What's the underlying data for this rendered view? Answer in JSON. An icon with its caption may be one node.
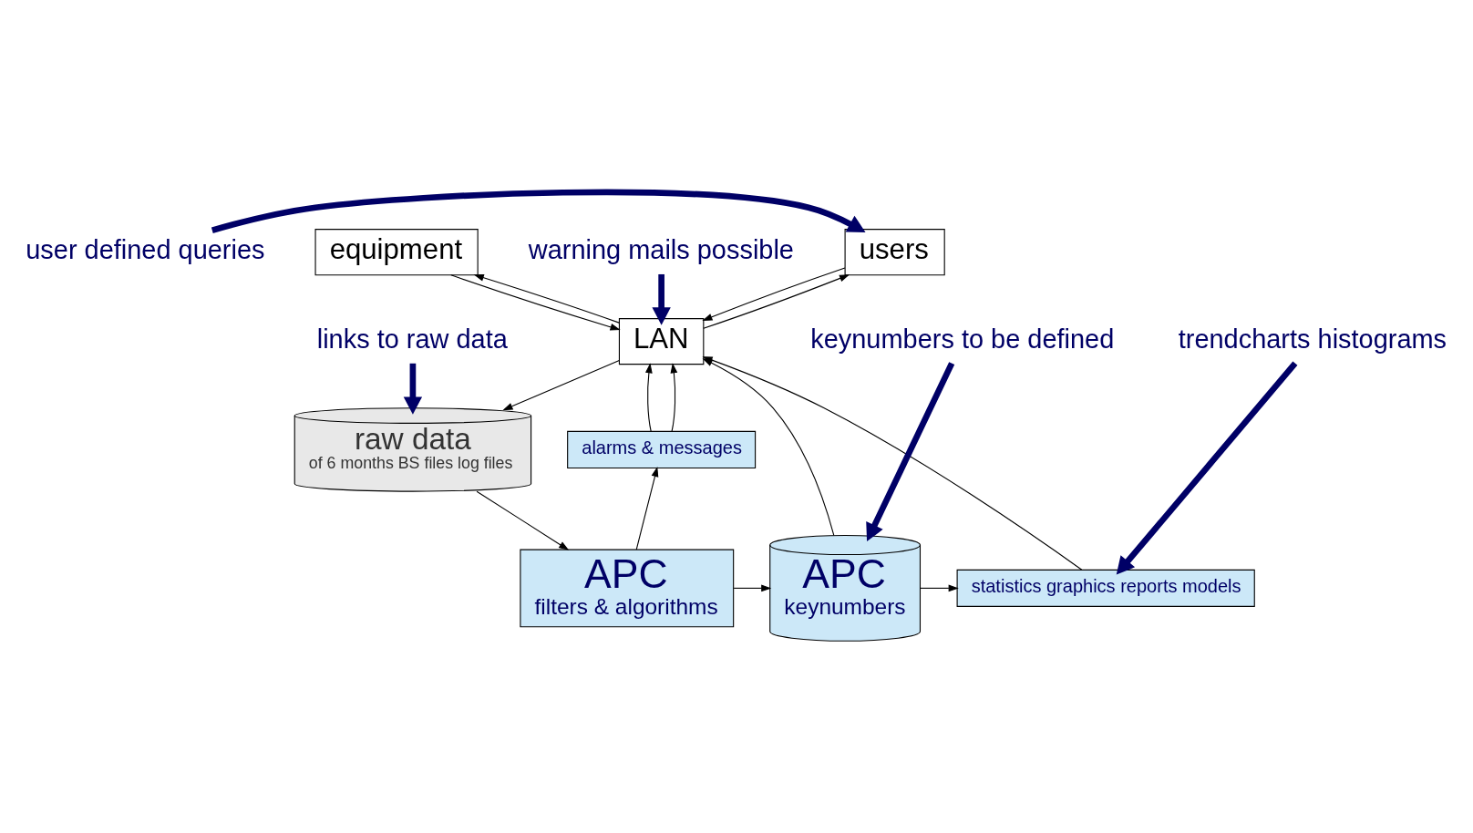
{
  "diagram": {
    "nodes": [
      {
        "text": [
          "equipment"
        ]
      },
      {
        "text": [
          "users"
        ]
      },
      {
        "text": [
          "LAN"
        ]
      },
      {
        "text": [
          "raw data",
          "of 6 months BS files log files"
        ]
      },
      {
        "text": [
          "alarms & messages"
        ]
      },
      {
        "text": [
          "APC",
          "filters & algorithms"
        ]
      },
      {
        "text": [
          "APC",
          "keynumbers"
        ]
      },
      {
        "text": [
          "statistics graphics reports models"
        ]
      },
      {
        "text": [
          "warning mails possible"
        ]
      },
      {
        "text": [
          "user defined queries"
        ]
      },
      {
        "text": [
          "links to raw data"
        ]
      },
      {
        "text": [
          "keynumbers to be defined"
        ]
      },
      {
        "text": [
          "trendcharts histograms"
        ]
      }
    ],
    "edges": [
      {
        "from": 0,
        "to": 2,
        "arrow": "to"
      },
      {
        "from": 2,
        "to": 0,
        "arrow": "to"
      },
      {
        "from": 2,
        "to": 3,
        "arrow": "to"
      },
      {
        "from": 4,
        "to": 2,
        "arrow": "to"
      },
      {
        "from": 4,
        "to": 2,
        "arrow": "to"
      },
      {
        "from": 5,
        "to": 4,
        "arrow": "to"
      },
      {
        "from": 6,
        "to": 2,
        "arrow": "to"
      },
      {
        "from": 2,
        "to": 1,
        "arrow": "to"
      },
      {
        "from": 1,
        "to": 2,
        "arrow": "to"
      },
      {
        "from": 7,
        "to": 2,
        "arrow": "to"
      },
      {
        "from": 3,
        "to": 5,
        "arrow": "to"
      },
      {
        "from": 5,
        "to": 6,
        "arrow": "to"
      },
      {
        "from": 6,
        "to": 7,
        "arrow": "to"
      },
      {
        "from": 8,
        "to": 2,
        "arrow": "to",
        "style": "thick",
        "color": "#000066"
      },
      {
        "from": 9,
        "to": 1,
        "arrow": "to",
        "style": "thick",
        "color": "#000066"
      },
      {
        "from": 10,
        "to": 3,
        "arrow": "to",
        "style": "thick",
        "color": "#000066"
      },
      {
        "from": 11,
        "to": 6,
        "arrow": "to",
        "style": "thick",
        "color": "#000066"
      },
      {
        "from": 12,
        "to": 7,
        "arrow": "to",
        "style": "thick",
        "color": "#000066"
      }
    ]
  }
}
